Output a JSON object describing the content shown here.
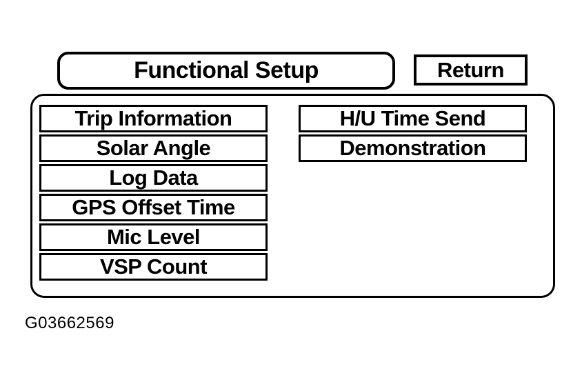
{
  "screen": {
    "title": "Functional Setup",
    "return_label": "Return",
    "left_buttons": [
      {
        "label": "Trip Information"
      },
      {
        "label": "Solar Angle"
      },
      {
        "label": "Log Data"
      },
      {
        "label": "GPS Offset Time"
      },
      {
        "label": "Mic Level"
      },
      {
        "label": "VSP Count"
      }
    ],
    "right_buttons": [
      {
        "label": "H/U Time Send"
      },
      {
        "label": "Demonstration"
      }
    ],
    "colors": {
      "ink": "#000000",
      "background": "#ffffff"
    }
  },
  "figure": {
    "caption": "G03662569"
  }
}
